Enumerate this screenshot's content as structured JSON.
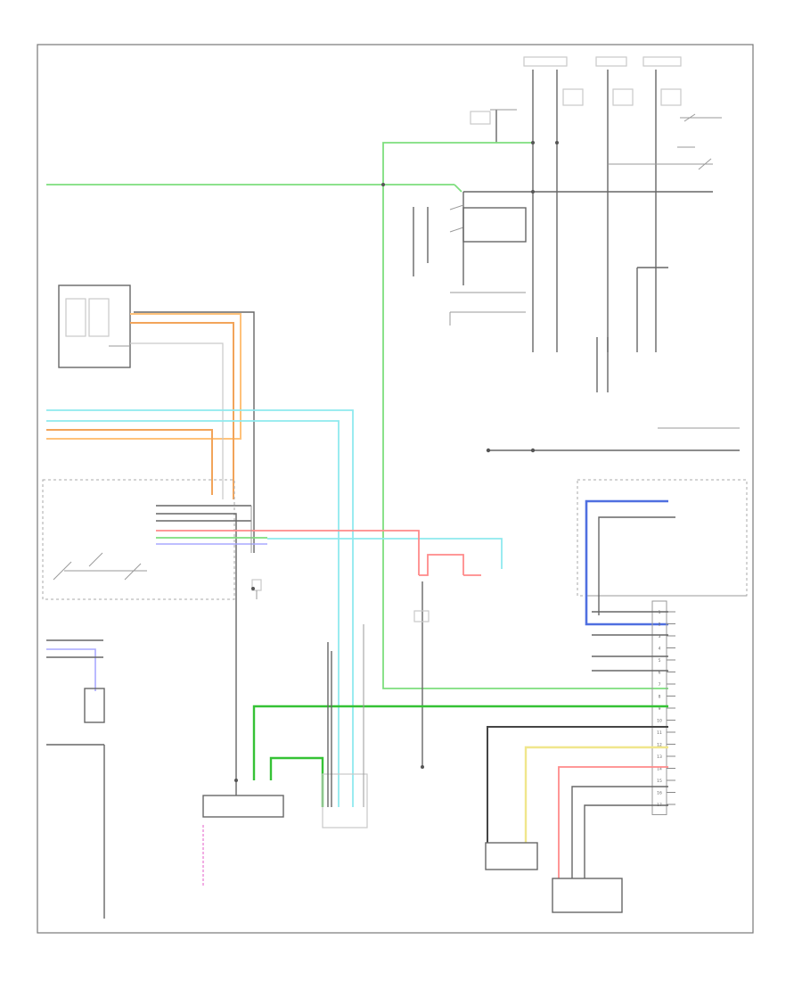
{
  "diagram": {
    "footer_code": "",
    "wire_colors": {
      "green": "#7dde7d",
      "dark_green": "#35c235",
      "orange": "#ffc27a",
      "cyan": "#8fe9ee",
      "red": "#ff8a8a",
      "blue": "#4f6fe0",
      "yellow": "#f0e68c",
      "lavender": "#a9a9ff",
      "pink": "#ee99dd",
      "gray": "#666666"
    },
    "connector_pins": [
      "1",
      "2",
      "3",
      "4",
      "5",
      "6",
      "7",
      "8",
      "9",
      "10",
      "11",
      "12",
      "13",
      "14",
      "15",
      "16",
      "17"
    ]
  }
}
